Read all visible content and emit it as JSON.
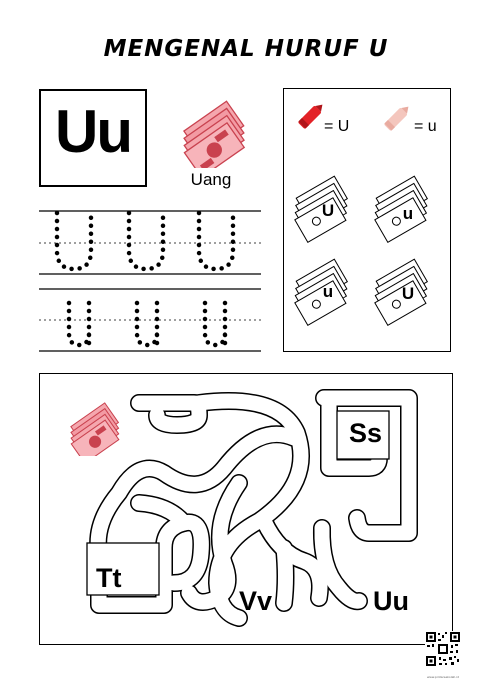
{
  "title": "MENGENAL HURUF U",
  "letter_box": {
    "letter": "Uu"
  },
  "picture": {
    "label": "Uang",
    "icon": "money-stack-icon"
  },
  "crayon_legend": [
    {
      "icon": "red-crayon-icon",
      "color": "#e32227",
      "text": "= U"
    },
    {
      "icon": "pink-crayon-icon",
      "color": "#f4c6bd",
      "text": "= u"
    }
  ],
  "color_money_cards": [
    {
      "letter": "U"
    },
    {
      "letter": "u"
    },
    {
      "letter": "u"
    },
    {
      "letter": "U"
    }
  ],
  "maze": {
    "start_icon": "money-stack-icon",
    "letters": {
      "ss": "Ss",
      "tt": "Tt",
      "vv": "Vv",
      "uu": "Uu"
    }
  },
  "footer": {
    "qr_icon": "qr-code-icon",
    "website": "www.pintarsekolah.id"
  },
  "colors": {
    "money_fill": "#f5a7ae",
    "money_dark": "#c9424f",
    "crayon_red": "#e32227",
    "crayon_pink": "#f4c6bd"
  }
}
